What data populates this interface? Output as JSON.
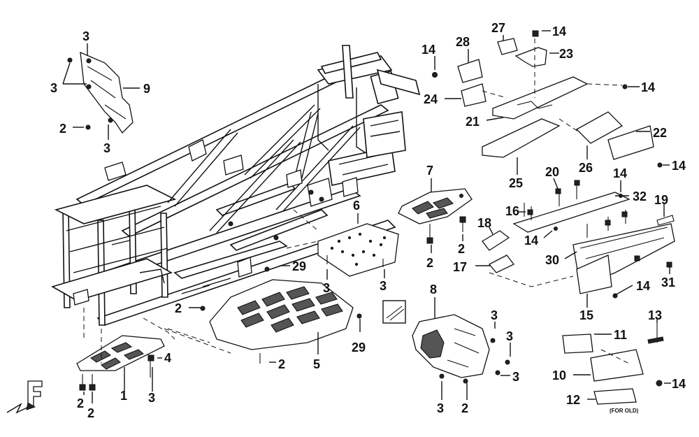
{
  "callouts": {
    "c1": "1",
    "c2": "2",
    "c3": "3",
    "c4": "4",
    "c5": "5",
    "c6": "6",
    "c7": "7",
    "c8": "8",
    "c9": "9",
    "c10": "10",
    "c11": "11",
    "c12": "12",
    "c13": "13",
    "c14": "14",
    "c15": "15",
    "c16": "16",
    "c17": "17",
    "c18": "18",
    "c19": "19",
    "c20": "20",
    "c21": "21",
    "c22": "22",
    "c23": "23",
    "c24": "24",
    "c25": "25",
    "c26": "26",
    "c27": "27",
    "c28": "28",
    "c29": "29",
    "c30": "30",
    "c31": "31",
    "c32": "32"
  },
  "notes": {
    "for_old": "(FOR OLD)",
    "front_symbol": "F"
  },
  "colors": {
    "line": "#111111",
    "background": "#ffffff"
  }
}
